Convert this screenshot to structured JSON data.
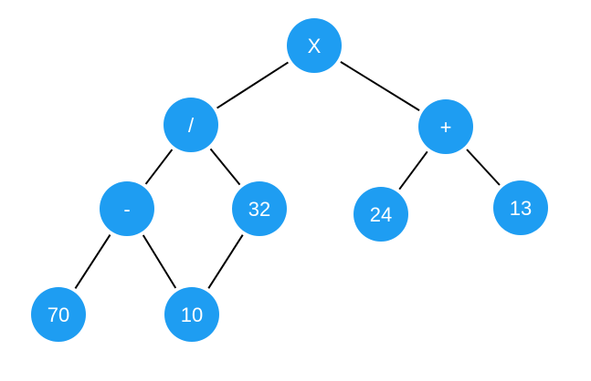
{
  "colors": {
    "node_fill": "#1e9df2",
    "edge_stroke": "#000000",
    "label_color": "#ffffff"
  },
  "nodes": [
    {
      "id": "x",
      "label": "X"
    },
    {
      "id": "div",
      "label": "/"
    },
    {
      "id": "plus",
      "label": "+"
    },
    {
      "id": "minus",
      "label": "-"
    },
    {
      "id": "n32",
      "label": "32"
    },
    {
      "id": "n24",
      "label": "24"
    },
    {
      "id": "n13",
      "label": "13"
    },
    {
      "id": "n70",
      "label": "70"
    },
    {
      "id": "n10",
      "label": "10"
    }
  ],
  "edges": [
    {
      "from": "x",
      "to": "div"
    },
    {
      "from": "x",
      "to": "plus"
    },
    {
      "from": "div",
      "to": "minus"
    },
    {
      "from": "div",
      "to": "n32"
    },
    {
      "from": "plus",
      "to": "n24"
    },
    {
      "from": "plus",
      "to": "n13"
    },
    {
      "from": "minus",
      "to": "n70"
    },
    {
      "from": "minus",
      "to": "n10"
    },
    {
      "from": "n32",
      "to": "n10"
    }
  ]
}
